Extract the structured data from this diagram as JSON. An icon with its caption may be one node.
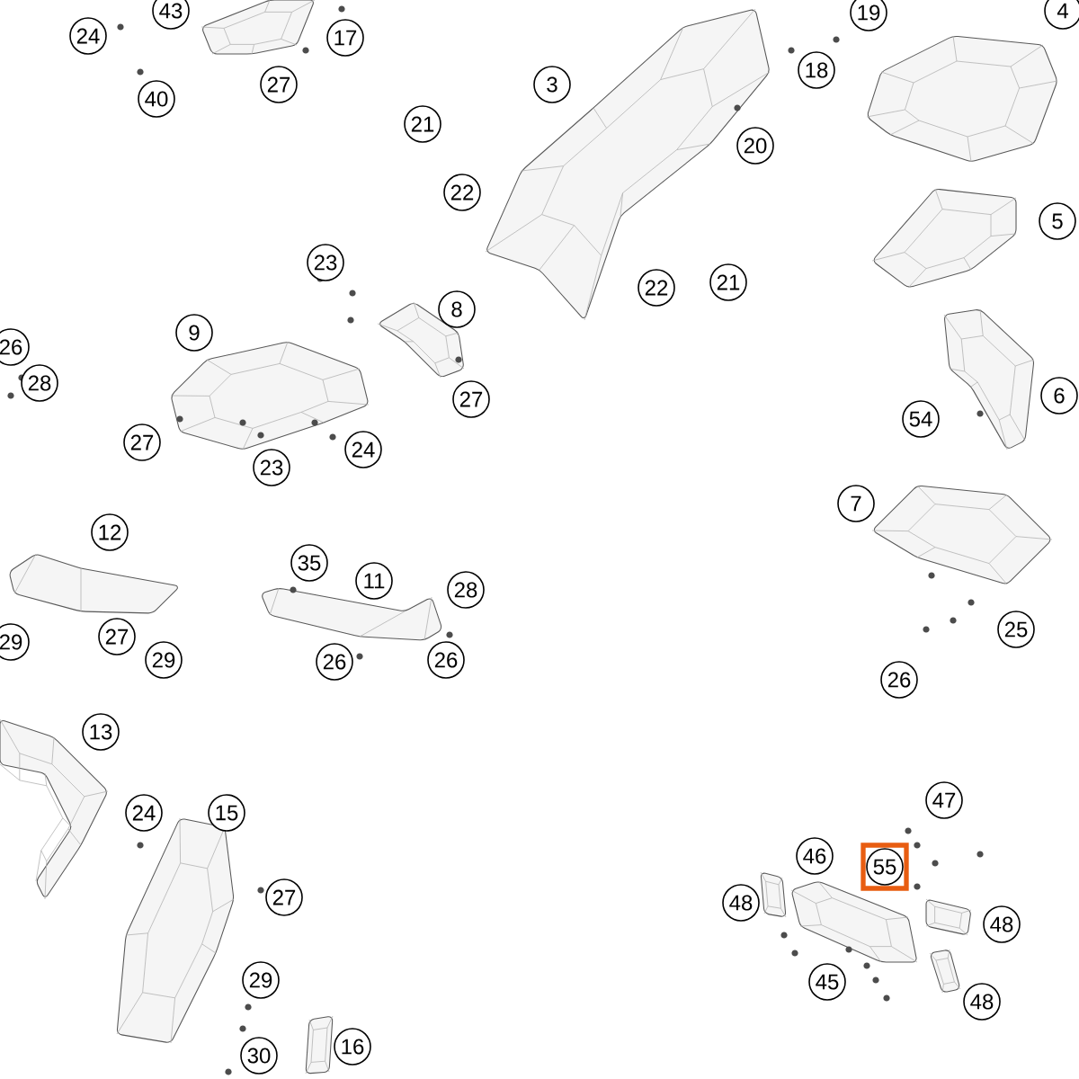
{
  "diagram": {
    "nodes": [
      {
        "text": [
          "43"
        ]
      },
      {
        "text": [
          "24"
        ]
      },
      {
        "text": [
          "17"
        ]
      },
      {
        "text": [
          "40"
        ]
      },
      {
        "text": [
          "27"
        ]
      },
      {
        "text": [
          "19"
        ]
      },
      {
        "text": [
          "4"
        ]
      },
      {
        "text": [
          "3"
        ]
      },
      {
        "text": [
          "18"
        ]
      },
      {
        "text": [
          "20"
        ]
      },
      {
        "text": [
          "21"
        ]
      },
      {
        "text": [
          "22"
        ]
      },
      {
        "text": [
          "22"
        ]
      },
      {
        "text": [
          "21"
        ]
      },
      {
        "text": [
          "5"
        ]
      },
      {
        "text": [
          "23"
        ]
      },
      {
        "text": [
          "8"
        ]
      },
      {
        "text": [
          "26"
        ]
      },
      {
        "text": [
          "28"
        ]
      },
      {
        "text": [
          "9"
        ]
      },
      {
        "text": [
          "27"
        ]
      },
      {
        "text": [
          "27"
        ]
      },
      {
        "text": [
          "23"
        ]
      },
      {
        "text": [
          "24"
        ]
      },
      {
        "text": [
          "6"
        ]
      },
      {
        "text": [
          "54"
        ]
      },
      {
        "text": [
          "7"
        ]
      },
      {
        "text": [
          "12"
        ]
      },
      {
        "text": [
          "35"
        ]
      },
      {
        "text": [
          "11"
        ]
      },
      {
        "text": [
          "28"
        ]
      },
      {
        "text": [
          "29"
        ]
      },
      {
        "text": [
          "27"
        ]
      },
      {
        "text": [
          "29"
        ]
      },
      {
        "text": [
          "26"
        ]
      },
      {
        "text": [
          "26"
        ]
      },
      {
        "text": [
          "25"
        ]
      },
      {
        "text": [
          "26"
        ]
      },
      {
        "text": [
          "13"
        ]
      },
      {
        "text": [
          "24"
        ]
      },
      {
        "text": [
          "15"
        ]
      },
      {
        "text": [
          "27"
        ]
      },
      {
        "text": [
          "29"
        ]
      },
      {
        "text": [
          "30"
        ]
      },
      {
        "text": [
          "16"
        ]
      },
      {
        "text": [
          "47"
        ]
      },
      {
        "text": [
          "46"
        ]
      },
      {
        "text": [
          "55"
        ]
      },
      {
        "text": [
          "48"
        ]
      },
      {
        "text": [
          "48"
        ]
      },
      {
        "text": [
          "45"
        ]
      },
      {
        "text": [
          "48"
        ]
      }
    ]
  }
}
